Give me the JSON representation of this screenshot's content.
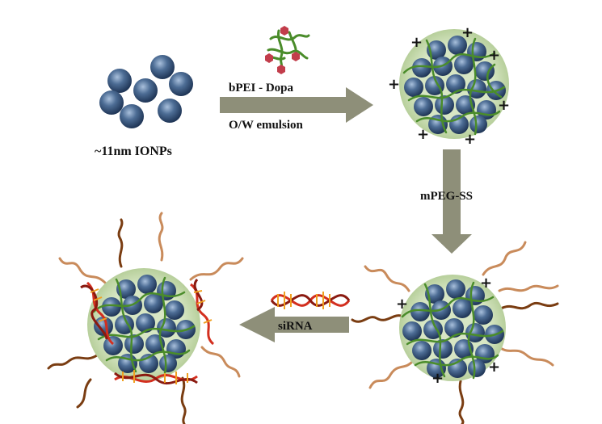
{
  "labels": {
    "ionps": "~11nm IONPs",
    "reagent_top": "bPEI - Dopa",
    "process": "O/W emulsion",
    "reagent_mid": "mPEG-SS",
    "reagent_bottom": "siRNA"
  },
  "charge_symbol": "+",
  "colors": {
    "np_dark": "#1f3556",
    "np_mid": "#4d6d95",
    "np_light": "#9cb4d1",
    "halo": "#c9dcb4",
    "polymer": "#4a8c2a",
    "dopa": "#c23d4b",
    "peg_light": "#c98b5b",
    "peg_dark": "#7a3d12",
    "rna_strand": "#d32f1f",
    "rna_rung": "#f0a020",
    "arrow": "#8e8f79"
  },
  "icons": [
    "nanoparticle-icon",
    "polymer-icon",
    "peg-chain-icon",
    "sirna-helix-icon",
    "arrow-icon"
  ]
}
